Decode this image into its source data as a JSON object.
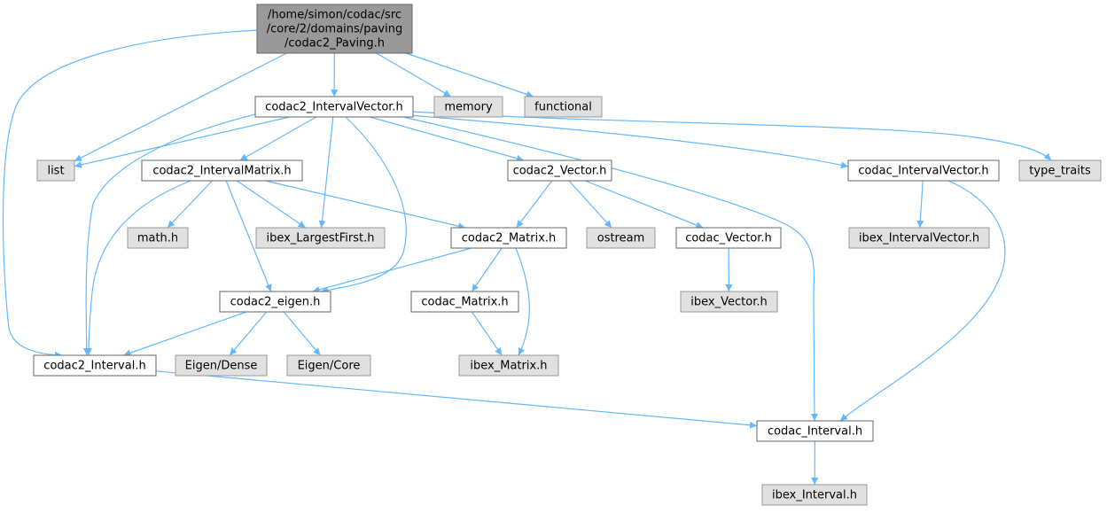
{
  "diagram": {
    "colors": {
      "edge": "#63b8ff",
      "root_fill": "#999999",
      "root_stroke": "#666666",
      "node_fill": "#ffffff",
      "node_stroke": "#666666",
      "ext_fill": "#e0e0e0",
      "ext_stroke": "#999999",
      "text": "#000000"
    },
    "nodes": [
      {
        "id": "root",
        "kind": "root",
        "lines": [
          "/home/simon/codac/src",
          "/core/2/domains/paving",
          "/codac2_Paving.h"
        ]
      },
      {
        "id": "ivec2",
        "kind": "file",
        "lines": [
          "codac2_IntervalVector.h"
        ]
      },
      {
        "id": "memory",
        "kind": "ext",
        "lines": [
          "memory"
        ]
      },
      {
        "id": "functional",
        "kind": "ext",
        "lines": [
          "functional"
        ]
      },
      {
        "id": "list",
        "kind": "ext",
        "lines": [
          "list"
        ]
      },
      {
        "id": "imat2",
        "kind": "file",
        "lines": [
          "codac2_IntervalMatrix.h"
        ]
      },
      {
        "id": "vec2",
        "kind": "file",
        "lines": [
          "codac2_Vector.h"
        ]
      },
      {
        "id": "codacivec",
        "kind": "file",
        "lines": [
          "codac_IntervalVector.h"
        ]
      },
      {
        "id": "typetraits",
        "kind": "ext",
        "lines": [
          "type_traits"
        ]
      },
      {
        "id": "mathh",
        "kind": "ext",
        "lines": [
          "math.h"
        ]
      },
      {
        "id": "largestfirst",
        "kind": "ext",
        "lines": [
          "ibex_LargestFirst.h"
        ]
      },
      {
        "id": "mat2",
        "kind": "file",
        "lines": [
          "codac2_Matrix.h"
        ]
      },
      {
        "id": "ostream",
        "kind": "ext",
        "lines": [
          "ostream"
        ]
      },
      {
        "id": "codacvec",
        "kind": "file",
        "lines": [
          "codac_Vector.h"
        ]
      },
      {
        "id": "ibexivec",
        "kind": "ext",
        "lines": [
          "ibex_IntervalVector.h"
        ]
      },
      {
        "id": "eigen2",
        "kind": "file",
        "lines": [
          "codac2_eigen.h"
        ]
      },
      {
        "id": "codacmat",
        "kind": "file",
        "lines": [
          "codac_Matrix.h"
        ]
      },
      {
        "id": "ibexvec",
        "kind": "ext",
        "lines": [
          "ibex_Vector.h"
        ]
      },
      {
        "id": "interval2",
        "kind": "file",
        "lines": [
          "codac2_Interval.h"
        ]
      },
      {
        "id": "eigendense",
        "kind": "ext",
        "lines": [
          "Eigen/Dense"
        ]
      },
      {
        "id": "eigencore",
        "kind": "ext",
        "lines": [
          "Eigen/Core"
        ]
      },
      {
        "id": "ibexmat",
        "kind": "ext",
        "lines": [
          "ibex_Matrix.h"
        ]
      },
      {
        "id": "codacinterval",
        "kind": "file",
        "lines": [
          "codac_Interval.h"
        ]
      },
      {
        "id": "ibexinterval",
        "kind": "ext",
        "lines": [
          "ibex_Interval.h"
        ]
      }
    ],
    "edges": [
      [
        "root",
        "ivec2"
      ],
      [
        "root",
        "memory"
      ],
      [
        "root",
        "functional"
      ],
      [
        "root",
        "list"
      ],
      [
        "root",
        "interval2"
      ],
      [
        "ivec2",
        "list"
      ],
      [
        "ivec2",
        "imat2"
      ],
      [
        "ivec2",
        "vec2"
      ],
      [
        "ivec2",
        "codacivec"
      ],
      [
        "ivec2",
        "typetraits"
      ],
      [
        "ivec2",
        "largestfirst"
      ],
      [
        "ivec2",
        "eigen2"
      ],
      [
        "ivec2",
        "interval2"
      ],
      [
        "ivec2",
        "codacinterval"
      ],
      [
        "imat2",
        "mathh"
      ],
      [
        "imat2",
        "largestfirst"
      ],
      [
        "imat2",
        "mat2"
      ],
      [
        "imat2",
        "eigen2"
      ],
      [
        "imat2",
        "interval2"
      ],
      [
        "vec2",
        "mat2"
      ],
      [
        "vec2",
        "ostream"
      ],
      [
        "vec2",
        "codacvec"
      ],
      [
        "codacivec",
        "ibexivec"
      ],
      [
        "codacivec",
        "codacinterval"
      ],
      [
        "mat2",
        "eigen2"
      ],
      [
        "mat2",
        "codacmat"
      ],
      [
        "mat2",
        "ibexmat"
      ],
      [
        "codacvec",
        "ibexvec"
      ],
      [
        "eigen2",
        "interval2"
      ],
      [
        "eigen2",
        "eigendense"
      ],
      [
        "eigen2",
        "eigencore"
      ],
      [
        "codacmat",
        "ibexmat"
      ],
      [
        "interval2",
        "codacinterval"
      ],
      [
        "codacinterval",
        "ibexinterval"
      ]
    ]
  }
}
